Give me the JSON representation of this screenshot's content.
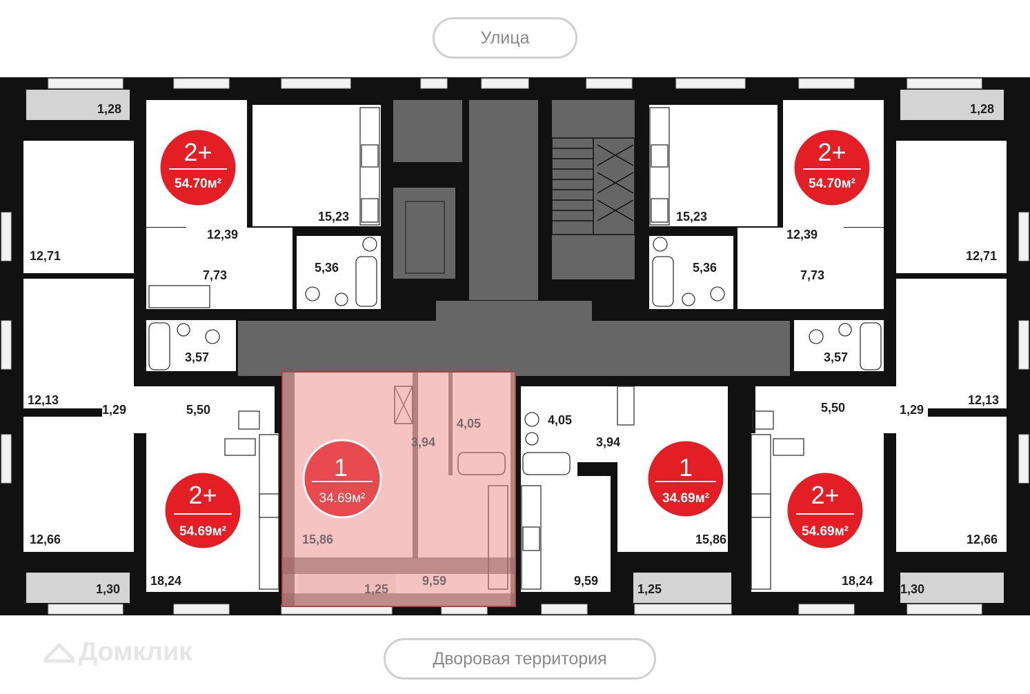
{
  "streets": {
    "top": "Улица",
    "bottom": "Дворовая территория"
  },
  "watermark": "Домклик",
  "colors": {
    "wall": "#111111",
    "core": "#666666",
    "balcony": "#d4d4d4",
    "badge": "#e41e25",
    "selected_overlay": "#f6c3c3",
    "selected_border": "#b23a3a"
  },
  "apartments": [
    {
      "id": "tl",
      "rooms": "2+",
      "area": "54.70м²"
    },
    {
      "id": "tr",
      "rooms": "2+",
      "area": "54.70м²"
    },
    {
      "id": "bl",
      "rooms": "2+",
      "area": "54.69м²"
    },
    {
      "id": "br",
      "rooms": "2+",
      "area": "54.69м²"
    },
    {
      "id": "c1",
      "rooms": "1",
      "area": "34.69м²",
      "selected": true
    },
    {
      "id": "c2",
      "rooms": "1",
      "area": "34.69м²"
    }
  ],
  "room_areas": {
    "tl_balcony": "1,28",
    "tl_kitchen": "15,23",
    "tl_hall": "12,39",
    "tl_room": "12,71",
    "tl_corridor": "7,73",
    "tl_bath": "5,36",
    "tr_balcony": "1,28",
    "tr_kitchen": "15,23",
    "tr_hall": "12,39",
    "tr_room": "12,71",
    "tr_corridor": "7,73",
    "tr_bath": "5,36",
    "bl_bath": "3,57",
    "bl_room_top": "12,13",
    "bl_closet": "1,29",
    "bl_corridor": "5,50",
    "bl_room_bottom": "12,66",
    "bl_living": "18,24",
    "bl_balcony": "1,30",
    "br_bath": "3,57",
    "br_room_top": "12,13",
    "br_closet": "1,29",
    "br_corridor": "5,50",
    "br_room_bottom": "12,66",
    "br_living": "18,24",
    "br_balcony": "1,30",
    "c1_bath": "4,05",
    "c1_hall": "3,94",
    "c1_room": "15,86",
    "c1_balcony": "1,25",
    "c1_kitchen": "9,59",
    "c2_bath": "4,05",
    "c2_hall": "3,94",
    "c2_room": "15,86",
    "c2_balcony": "1,25",
    "c2_kitchen": "9,59"
  }
}
